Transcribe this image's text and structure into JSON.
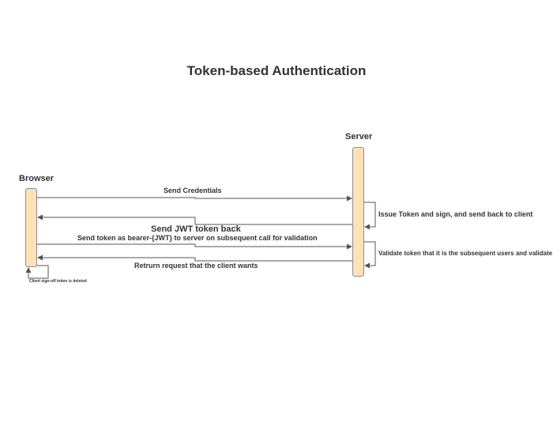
{
  "diagram": {
    "title": "Token-based Authentication",
    "actors": {
      "browser": "Browser",
      "server": "Server"
    },
    "messages": {
      "send_credentials": "Send Credentials",
      "issue_token": "Issue Token and sign, and send back to client",
      "send_jwt_back": "Send JWT token back",
      "send_bearer": "Send token as bearer-{JWT} to server on subsequent call for validation",
      "validate_token": "Validate token that it is the subsequent users and validate",
      "return_request": "Retrurn request that the client wants",
      "client_signoff": "Client sign-off token is deleted"
    },
    "colors": {
      "lifeline_fill": "#ffe1b8",
      "lifeline_border": "#8c8c8c",
      "arrow": "#555555",
      "text": "#333333"
    }
  }
}
